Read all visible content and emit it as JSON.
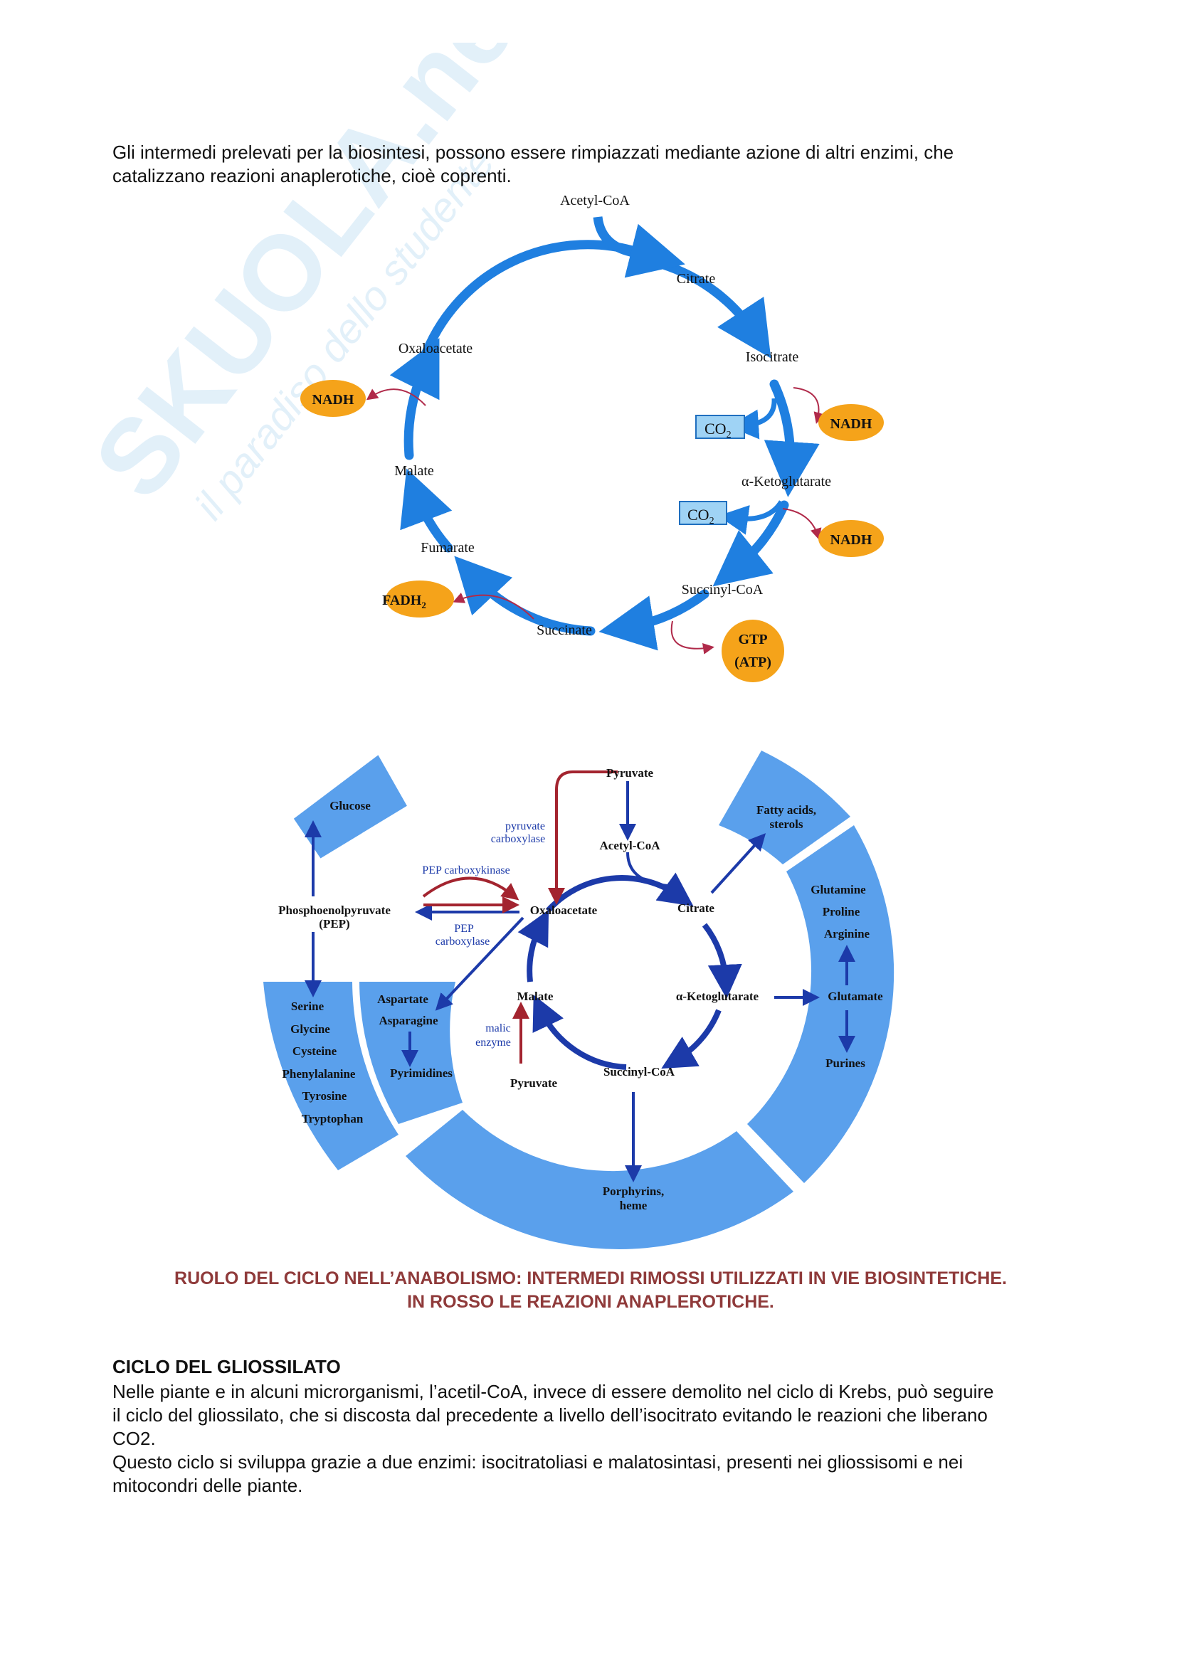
{
  "intro": {
    "line1": "Gli intermedi prelevati per la biosintesi, possono essere rimpiazzati mediante azione di altri enzimi, che",
    "line2": "catalizzano reazioni anaplerotiche, cioè coprenti."
  },
  "watermark": {
    "brand": "SKUOLA.net",
    "tagline": "il paradiso dello studente"
  },
  "krebs": {
    "acetyl": "Acetyl-CoA",
    "citrate": "Citrate",
    "isocitrate": "Isocitrate",
    "ketoglutarate": "α-Ketoglutarate",
    "succinyl": "Succinyl-CoA",
    "succinate": "Succinate",
    "fumarate": "Fumarate",
    "malate": "Malate",
    "oxaloacetate": "Oxaloacetate",
    "co2_1": "CO",
    "co2_2": "CO",
    "co2_sub": "2",
    "nadh_1": "NADH",
    "nadh_2": "NADH",
    "nadh_3": "NADH",
    "fadh": "FADH",
    "fadh_sub": "2",
    "gtp": "GTP",
    "atp": "(ATP)"
  },
  "anabolism": {
    "pyruvate_top": "Pyruvate",
    "acetyl": "Acetyl-CoA",
    "pyruvate_carboxylase_1": "pyruvate",
    "pyruvate_carboxylase_2": "carboxylase",
    "pep_carboxykinase": "PEP carboxykinase",
    "pep_carboxylase_1": "PEP",
    "pep_carboxylase_2": "carboxylase",
    "pep_1": "Phosphoenolpyruvate",
    "pep_2": "(PEP)",
    "oxaloacetate": "Oxaloacetate",
    "citrate": "Citrate",
    "ketoglutarate": "α-Ketoglutarate",
    "succinyl": "Succinyl-CoA",
    "malate": "Malate",
    "malic_1": "malic",
    "malic_2": "enzyme",
    "pyruvate_bottom": "Pyruvate",
    "glucose": "Glucose",
    "fatty_1": "Fatty acids,",
    "fatty_2": "sterols",
    "glutamine": "Glutamine",
    "proline": "Proline",
    "arginine": "Arginine",
    "glutamate": "Glutamate",
    "purines": "Purines",
    "serine": "Serine",
    "glycine": "Glycine",
    "cysteine": "Cysteine",
    "phenylalanine": "Phenylalanine",
    "tyrosine": "Tyrosine",
    "tryptophan": "Tryptophan",
    "aspartate": "Aspartate",
    "asparagine": "Asparagine",
    "pyrimidines": "Pyrimidines",
    "porphyrins_1": "Porphyrins,",
    "porphyrins_2": "heme"
  },
  "caption": {
    "line1": "RUOLO DEL CICLO NELL’ANABOLISMO: INTERMEDI RIMOSSI UTILIZZATI IN VIE BIOSINTETICHE.",
    "line2": "IN ROSSO LE REAZIONI ANAPLEROTICHE."
  },
  "section": {
    "heading": "CICLO DEL GLIOSSILATO",
    "p1_l1": "Nelle piante e in alcuni microrganismi, l’acetil-CoA, invece di essere demolito nel ciclo di Krebs, può seguire",
    "p1_l2": "il ciclo del gliossilato, che si discosta dal precedente a livello dell’isocitrato evitando le reazioni che liberano",
    "p1_l3": "CO2.",
    "p2_l1": "Questo ciclo si sviluppa grazie a due enzimi: isocitratoliasi e malatosintasi, presenti nei gliossisomi e nei",
    "p2_l2": "mitocondri delle piante."
  },
  "colors": {
    "cycle_blue": "#1f7fe0",
    "dark_blue": "#1c3aa9",
    "sector_blue": "#5aa0ec",
    "orange": "#f5a31a",
    "anaplerotic_red": "#a3242f",
    "caption_red": "#8f3a3a"
  }
}
